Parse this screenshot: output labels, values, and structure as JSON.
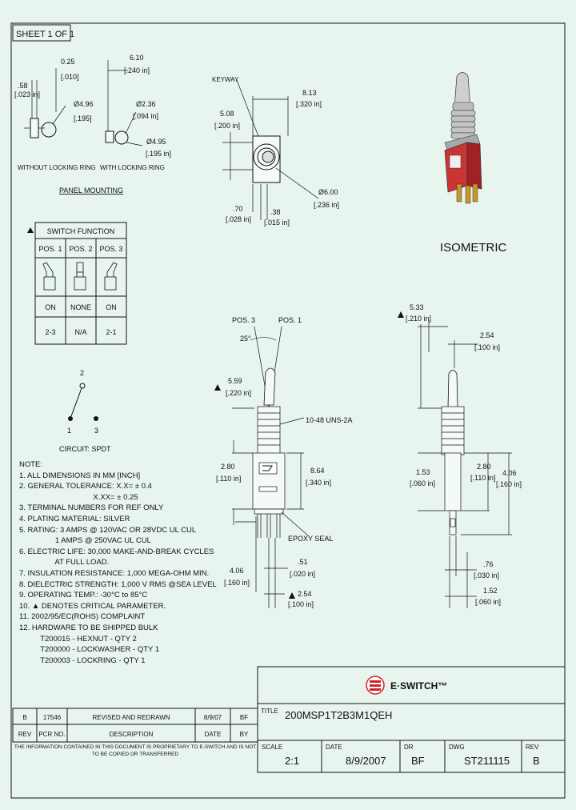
{
  "sheet_label": "SHEET 1 OF 1",
  "panel_mounting": {
    "title": "PANEL MOUNTING",
    "left_dims": [
      ".58",
      "[.023 in]",
      "0.25",
      "[.010]",
      "Ø4.96",
      "[.195]"
    ],
    "left_caption": "WITHOUT LOCKING RING",
    "right_dims": [
      "6.10",
      "[.240 in]",
      "Ø2.36",
      "[.094 in]",
      "Ø4.95",
      "[.195 in]"
    ],
    "right_caption": "WITH LOCKING RING"
  },
  "top_view": {
    "keyway": "KEYWAY",
    "dims": [
      "8.13",
      "[.320 in]",
      "5.08",
      "[.200 in]",
      ".70",
      "[.028 in]",
      ".38",
      "[.015 in]",
      "Ø6.00",
      "[.236 in]"
    ]
  },
  "isometric_label": "ISOMETRIC",
  "switch_function": {
    "title": "SWITCH FUNCTION",
    "headers": [
      "POS. 1",
      "POS. 2",
      "POS. 3"
    ],
    "states": [
      "ON",
      "NONE",
      "ON"
    ],
    "terminals": [
      "2-3",
      "N/A",
      "2-1"
    ]
  },
  "circuit": {
    "labels": [
      "2",
      "1",
      "3"
    ],
    "caption": "CIRCUIT: SPDT"
  },
  "front_view": {
    "pos_labels": [
      "POS. 3",
      "POS. 1"
    ],
    "angle": "25°",
    "thread": "10-48 UNS-2A",
    "epoxy": "EPOXY SEAL",
    "dims": [
      "5.59",
      "[.220 in]",
      "2.80",
      "[.110 in]",
      "8.64",
      "[.340 in]",
      "4.06",
      "[.160 in]",
      ".51",
      "[.020 in]",
      "2.54",
      "[.100 in]"
    ]
  },
  "side_view": {
    "dims": [
      "5.33",
      "[.210 in]",
      "2.54",
      "[.100 in]",
      "1.53",
      "[.060 in]",
      "2.80",
      "[.110 in]",
      "4.06",
      "[.160 in]",
      ".76",
      "[.030 in]",
      "1.52",
      "[.060 in]"
    ]
  },
  "notes": [
    "NOTE:",
    "  1. ALL DIMENSIONS IN MM [INCH]",
    "  2. GENERAL TOLERANCE: X.X= ± 0.4",
    "                                   X.XX= ± 0.25",
    "  3. TERMINAL NUMBERS FOR REF ONLY",
    "  4. PLATING MATERIAL: SILVER",
    "  5. RATING: 3 AMPS @ 120VAC OR 28VDC  UL CUL",
    "                 1 AMPS @ 250VAC UL CUL",
    "  6. ELECTRIC LIFE: 30,000 MAKE-AND-BREAK CYCLES",
    "                 AT FULL LOAD.",
    "  7. INSULATION RESISTANCE: 1,000 MEGA-OHM MIN.",
    "  8. DIELECTRIC STRENGTH: 1,000 V RMS @SEA LEVEL",
    "  9. OPERATING TEMP.: -30°C to 85°C",
    " 10. ▲ DENOTES CRITICAL PARAMETER.",
    " 11. 2002/95/EC(ROHS) COMPLAINT",
    " 12. HARDWARE TO BE SHIPPED BULK",
    "          T200015 - HEXNUT - QTY 2",
    "          T200000 - LOCKWASHER - QTY 1",
    "          T200003 - LOCKRING - QTY 1"
  ],
  "title_block": {
    "logo": "E·SWITCH™",
    "title_label": "TITLE",
    "title": "200MSP1T2B3M1QEH",
    "revision_row": [
      "B",
      "17546",
      "REVISED AND REDRAWN",
      "8/9/07",
      "BF"
    ],
    "revision_headers": [
      "REV",
      "PCR NO.",
      "DESCRIPTION",
      "DATE",
      "BY"
    ],
    "disclaimer": "THE INFORMATION CONTAINED IN THIS DOCUMENT IS PROPRIETARY TO E-SWITCH AND IS NOT TO BE COPIED OR TRANSFERRED",
    "fields": [
      {
        "label": "SCALE",
        "value": "2:1"
      },
      {
        "label": "DATE",
        "value": "8/9/2007"
      },
      {
        "label": "DR",
        "value": "BF"
      },
      {
        "label": "DWG",
        "value": "ST211115"
      },
      {
        "label": "REV",
        "value": "B"
      }
    ]
  },
  "colors": {
    "background": "#e8f5ee",
    "line": "#111111",
    "switch_body": "#cc3333",
    "terminal": "#c8962a",
    "logo_red": "#d2232a"
  }
}
